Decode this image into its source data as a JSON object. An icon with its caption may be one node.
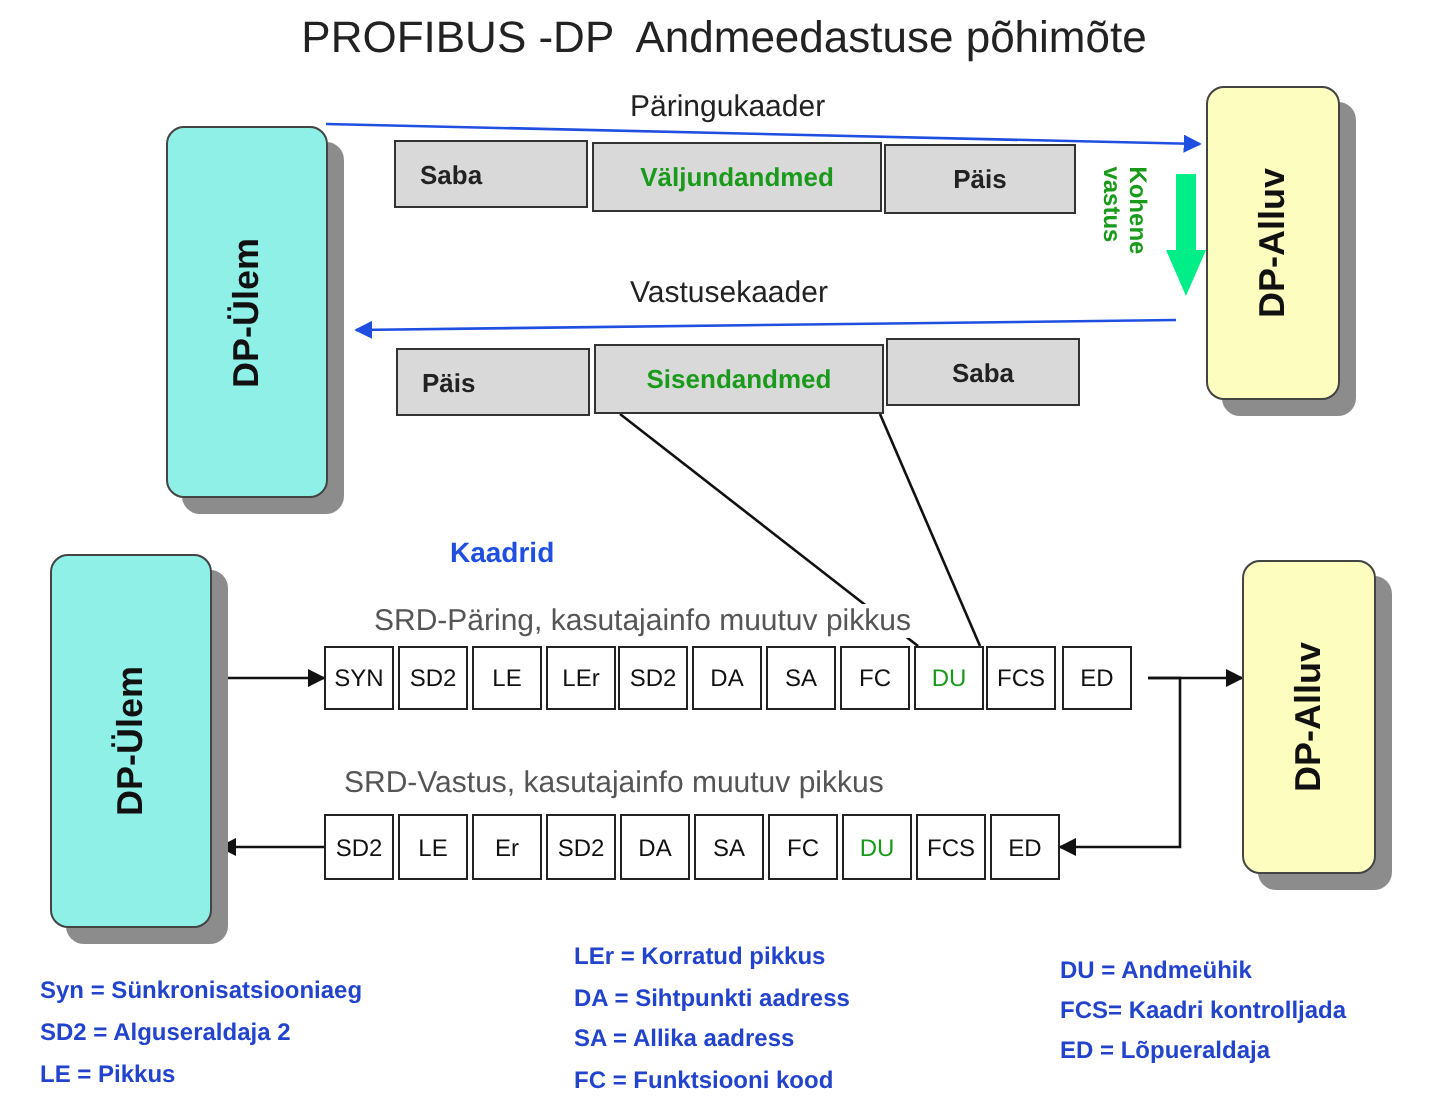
{
  "diagram": {
    "title": "PROFIBUS -DP  Andmeedastuse põhimõte",
    "nodes": [
      {
        "text": [
          "DP-Ülem"
        ]
      },
      {
        "text": [
          "DP-Alluv"
        ]
      },
      {
        "text": [
          "Saba"
        ]
      },
      {
        "text": [
          "Väljundandmed"
        ]
      },
      {
        "text": [
          "Päis"
        ]
      },
      {
        "text": [
          "Päis"
        ]
      },
      {
        "text": [
          "Sisendandmed"
        ]
      },
      {
        "text": [
          "Saba"
        ]
      },
      {
        "text": [
          "DP-Ülem"
        ]
      },
      {
        "text": [
          "DP-Alluv"
        ]
      },
      {
        "text": [
          "SYN"
        ]
      },
      {
        "text": [
          "SD2"
        ]
      },
      {
        "text": [
          "LE"
        ]
      },
      {
        "text": [
          "LEr"
        ]
      },
      {
        "text": [
          "SD2"
        ]
      },
      {
        "text": [
          "DA"
        ]
      },
      {
        "text": [
          "SA"
        ]
      },
      {
        "text": [
          "FC"
        ]
      },
      {
        "text": [
          "DU"
        ]
      },
      {
        "text": [
          "FCS"
        ]
      },
      {
        "text": [
          "ED"
        ]
      },
      {
        "text": [
          "SD2"
        ]
      },
      {
        "text": [
          "LE"
        ]
      },
      {
        "text": [
          "Er"
        ]
      },
      {
        "text": [
          "SD2"
        ]
      },
      {
        "text": [
          "DA"
        ]
      },
      {
        "text": [
          "SA"
        ]
      },
      {
        "text": [
          "FC"
        ]
      },
      {
        "text": [
          "DU"
        ]
      },
      {
        "text": [
          "FCS"
        ]
      },
      {
        "text": [
          "ED"
        ]
      }
    ],
    "edges": [
      {
        "from": 0,
        "to": 1,
        "arrow": "to",
        "label": "Päringukaader",
        "color": "#1f4fe0"
      },
      {
        "from": 1,
        "to": 0,
        "arrow": "to",
        "label": "Vastusekaader",
        "color": "#1f4fe0"
      },
      {
        "from": 6,
        "to": 18,
        "arrow": "none"
      },
      {
        "from": 6,
        "to": 18,
        "arrow": "none"
      },
      {
        "from": 8,
        "to": 10,
        "arrow": "to"
      },
      {
        "from": 20,
        "to": 9,
        "arrow": "to"
      },
      {
        "from": 20,
        "to": 30,
        "arrow": "to"
      },
      {
        "from": 21,
        "to": 8,
        "arrow": "to"
      }
    ],
    "labels": [
      "Kohene vastus",
      "Kaadrid",
      "SRD-Päring, kasutajainfo muutuv pikkus",
      "SRD-Vastus, kasutajainfo muutuv pikkus",
      "Syn = Sünkronisatsiooniaeg",
      "SD2 = Alguseraldaja 2",
      "LE   = Pikkus",
      "LEr = Korratud pikkus",
      "DA  = Sihtpunkti aadress",
      "SA  = Allika aadress",
      "FC  = Funktsiooni kood",
      "DU  = Andmeühik",
      "FCS= Kaadri kontrolljada",
      "ED   = Lõpueraldaja"
    ]
  }
}
